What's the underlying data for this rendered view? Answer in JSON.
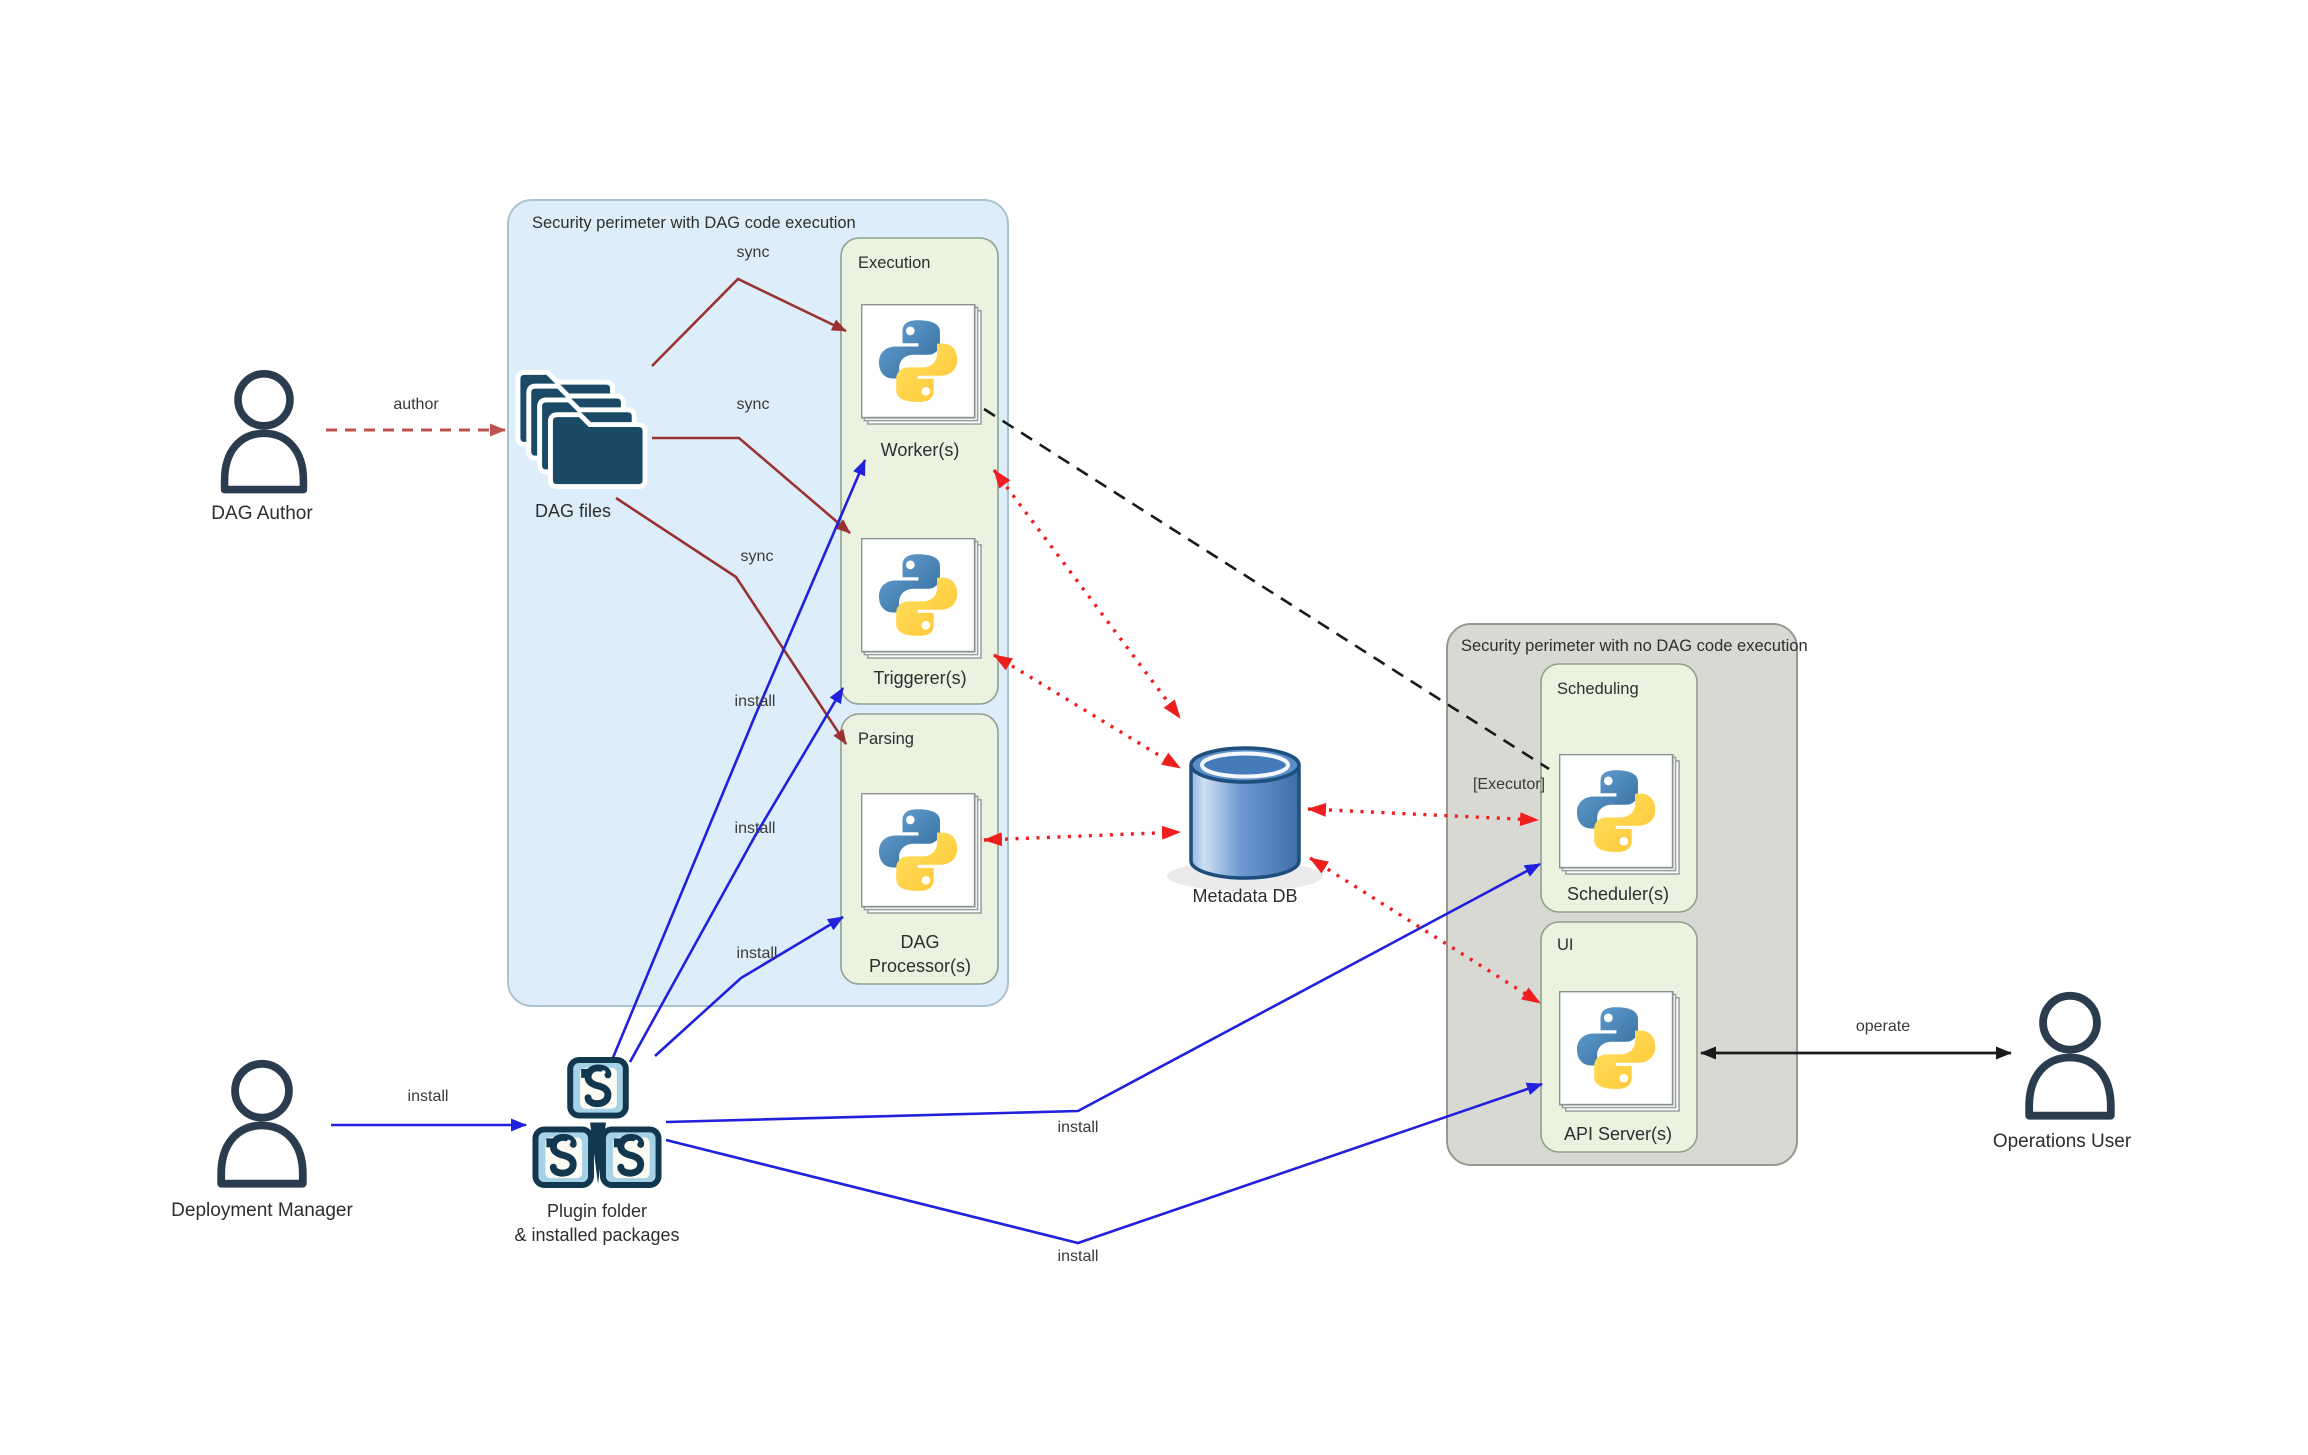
{
  "perimeters": {
    "dag_code": {
      "title": "Security perimeter with DAG code execution"
    },
    "no_dag_code": {
      "title": "Security perimeter with no DAG code execution"
    }
  },
  "groups": {
    "execution": {
      "title": "Execution"
    },
    "parsing": {
      "title": "Parsing"
    },
    "scheduling": {
      "title": "Scheduling"
    },
    "ui": {
      "title": "UI"
    }
  },
  "components": {
    "workers": {
      "label": "Worker(s)"
    },
    "triggerers": {
      "label": "Triggerer(s)"
    },
    "dag_processors": {
      "label_line1": "DAG",
      "label_line2": "Processor(s)"
    },
    "schedulers": {
      "label": "Scheduler(s)"
    },
    "api_servers": {
      "label": "API Server(s)"
    },
    "metadata_db": {
      "label": "Metadata DB"
    },
    "dag_files": {
      "label": "DAG files"
    },
    "plugin_folder": {
      "label_line1": "Plugin folder",
      "label_line2": "& installed packages"
    }
  },
  "actors": {
    "dag_author": {
      "label": "DAG Author"
    },
    "deployment_manager": {
      "label": "Deployment Manager"
    },
    "operations_user": {
      "label": "Operations User"
    }
  },
  "edge_labels": {
    "author": "author",
    "sync": "sync",
    "install": "install",
    "executor": "[Executor]",
    "operate": "operate"
  },
  "colors": {
    "perimeter_dag_fill": "#ddeefa",
    "perimeter_no_dag_fill": "#d9d9d4",
    "group_fill": "#ecf2e0",
    "sync_arrow": "#993333",
    "author_arrow": "#c0504d",
    "install_arrow": "#2020dd",
    "metadata_db_arrow": "#ee1e1e",
    "executor_line": "#1a1a1a",
    "operate_arrow": "#1a1a1a",
    "python_blue": "#306998",
    "python_yellow": "#ffd43b",
    "icon_navy": "#1a4a66",
    "db_blue": "#4f81bd"
  }
}
